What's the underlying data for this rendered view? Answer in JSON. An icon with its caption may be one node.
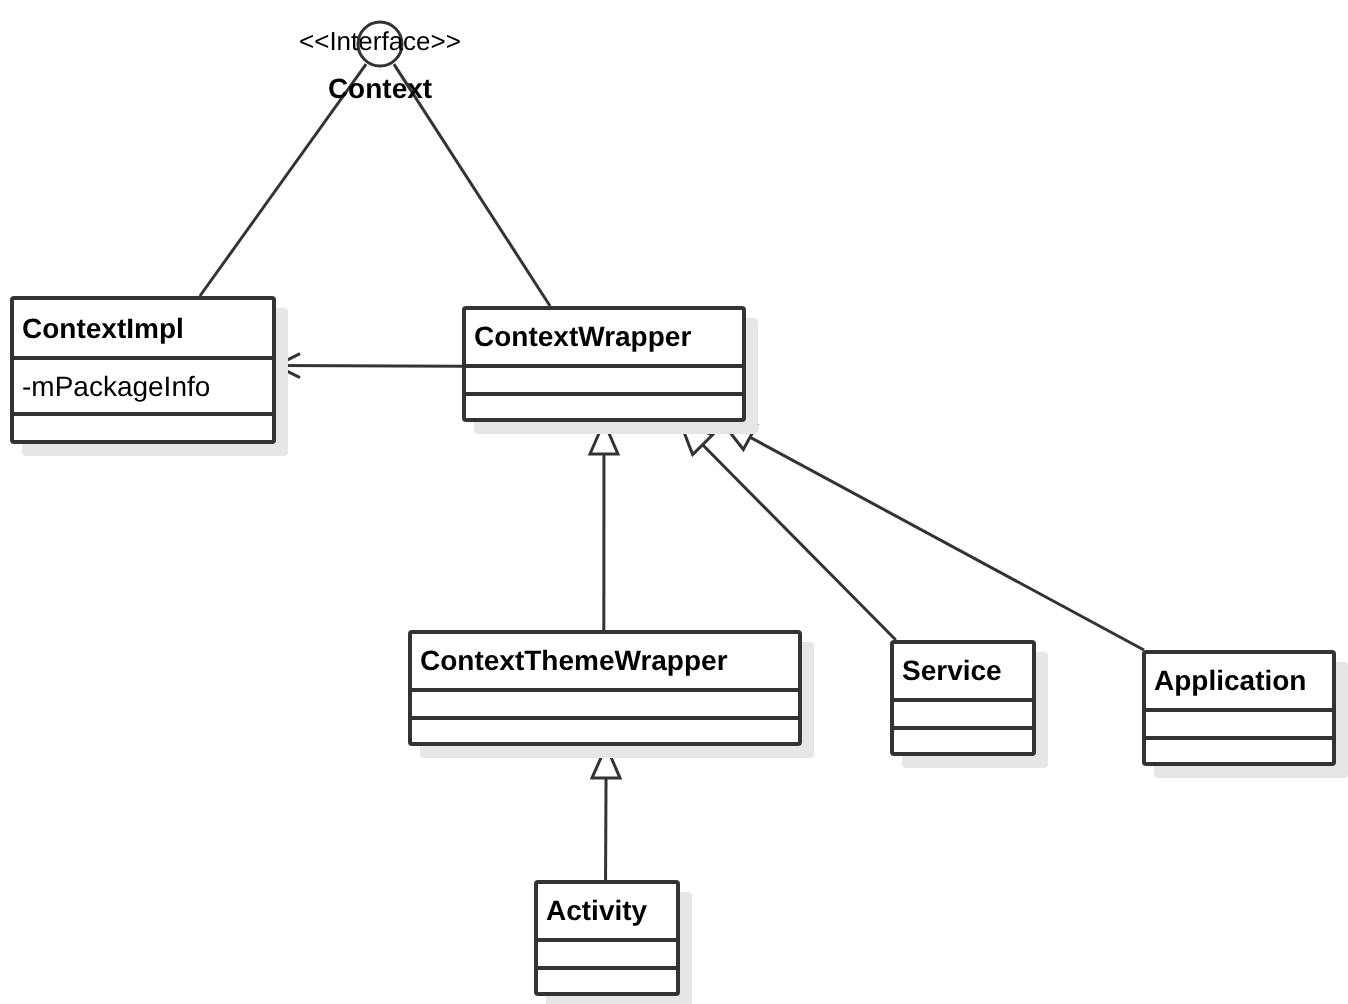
{
  "diagram": {
    "nodes": [
      {
        "text": [
          "<<Interface>>",
          "Context"
        ]
      },
      {
        "text": [
          "ContextImpl",
          "-mPackageInfo"
        ]
      },
      {
        "text": [
          "ContextWrapper"
        ]
      },
      {
        "text": [
          "ContextThemeWrapper"
        ]
      },
      {
        "text": [
          "Service"
        ]
      },
      {
        "text": [
          "Application"
        ]
      },
      {
        "text": [
          "Activity"
        ]
      }
    ],
    "edges": [
      {
        "from": 1,
        "to": 0,
        "arrow": "none"
      },
      {
        "from": 2,
        "to": 0,
        "arrow": "none"
      },
      {
        "from": 2,
        "to": 1,
        "arrow": "to"
      },
      {
        "from": 3,
        "to": 2,
        "arrow": "to"
      },
      {
        "from": 4,
        "to": 2,
        "arrow": "to"
      },
      {
        "from": 5,
        "to": 2,
        "arrow": "to"
      },
      {
        "from": 6,
        "to": 3,
        "arrow": "to"
      }
    ]
  }
}
